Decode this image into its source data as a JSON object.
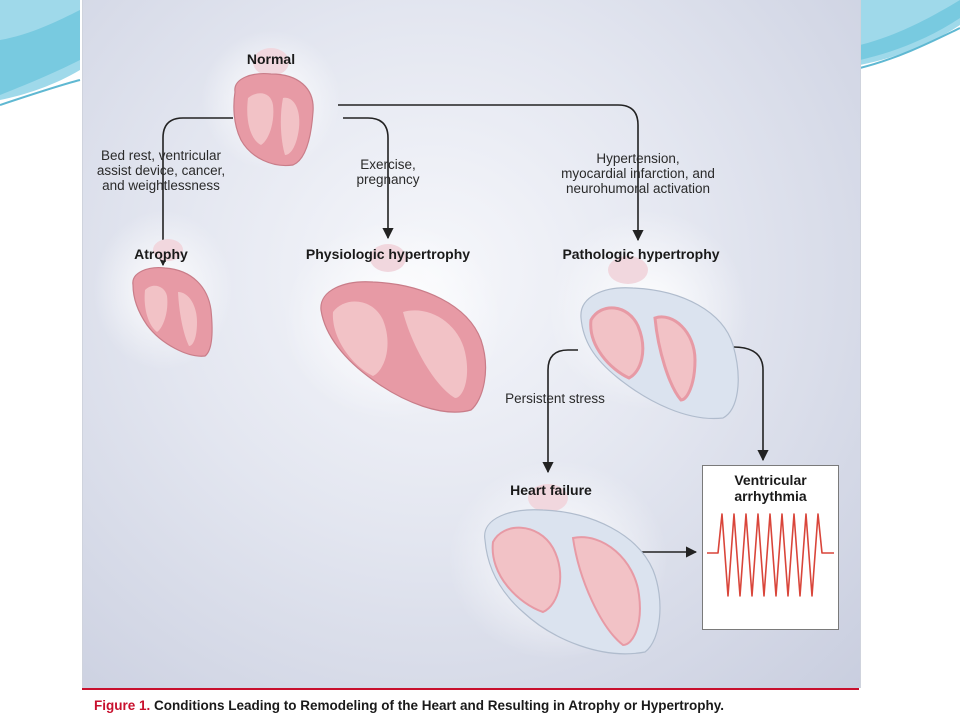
{
  "labels": {
    "normal": "Normal",
    "atrophy_condition": [
      "Bed rest, ventricular",
      "assist device, cancer,",
      "and weightlessness"
    ],
    "physiologic_condition": [
      "Exercise,",
      "pregnancy"
    ],
    "pathologic_condition": [
      "Hypertension,",
      "myocardial infarction, and",
      "neurohumoral activation"
    ],
    "atrophy": "Atrophy",
    "physiologic_hypertrophy": "Physiologic hypertrophy",
    "pathologic_hypertrophy": "Pathologic hypertrophy",
    "persistent_stress": "Persistent stress",
    "heart_failure": "Heart failure",
    "ventricular_arrhythmia": [
      "Ventricular",
      "arrhythmia"
    ]
  },
  "caption": {
    "figure_number": "Figure 1.",
    "text": "Conditions Leading to Remodeling of the Heart and Resulting in Atrophy or Hypertrophy."
  },
  "colors": {
    "caption_accent": "#c8102e",
    "ecg_trace": "#d9453a",
    "heart_tissue": "#e79aa5",
    "heart_chamber": "#f2c2c6"
  }
}
